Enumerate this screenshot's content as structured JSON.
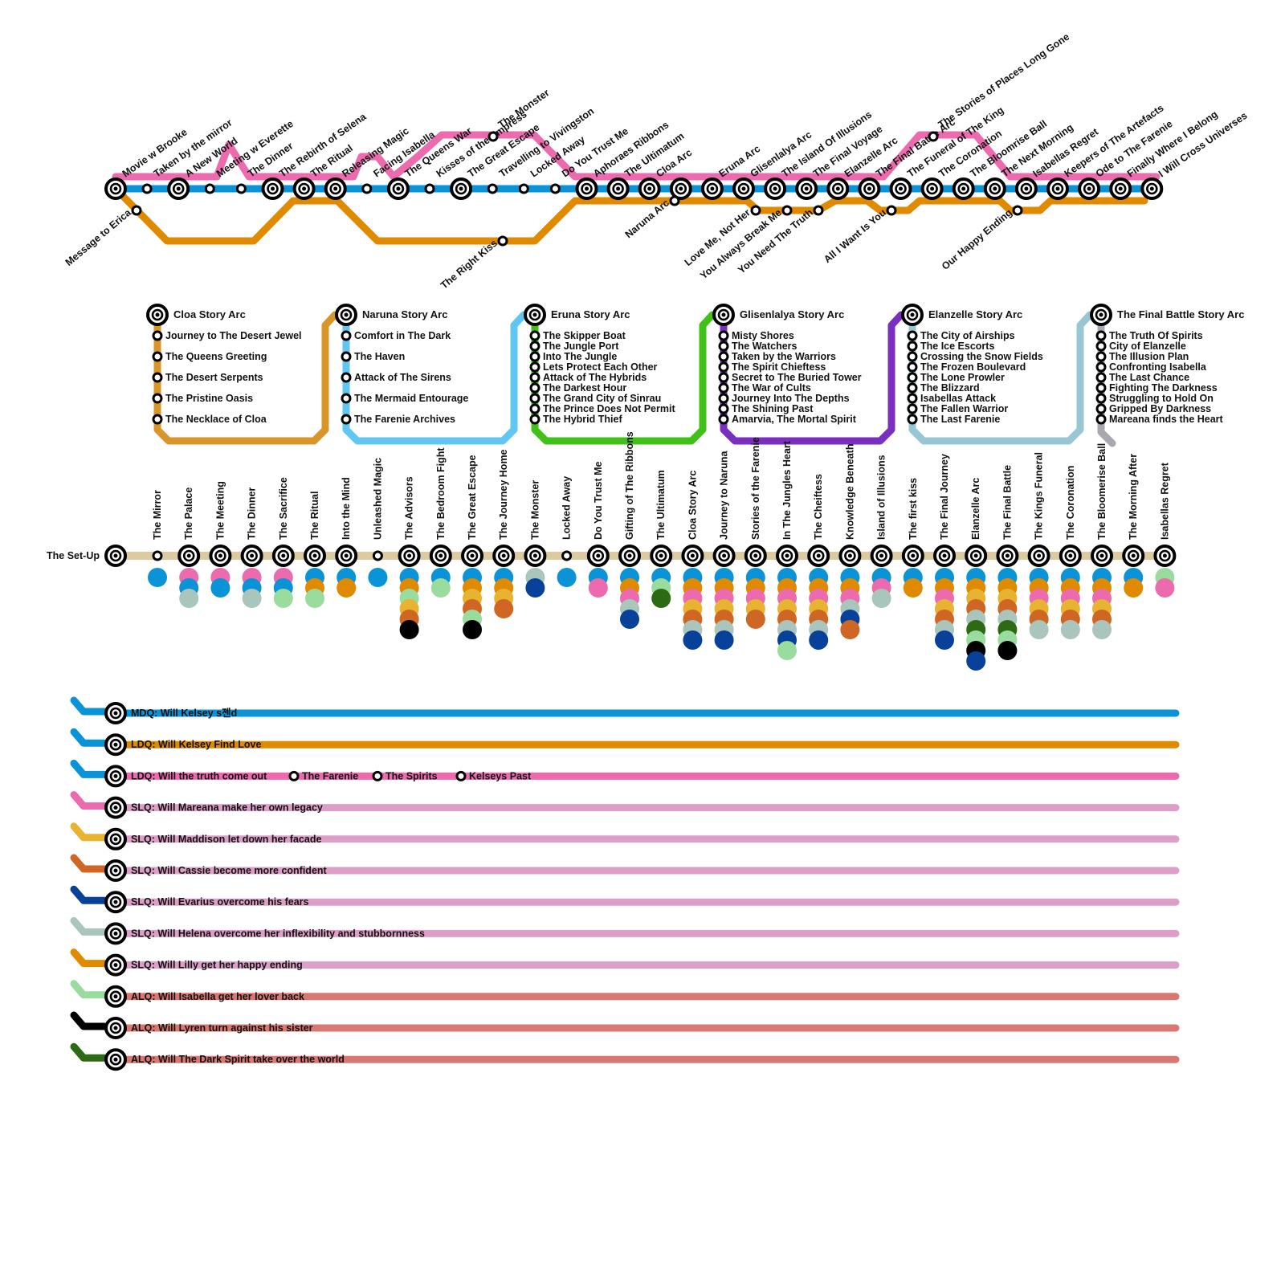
{
  "colors": {
    "blue": "#0B93D8",
    "orange": "#E08A00",
    "pink": "#EC6AAE",
    "tan": "#DCCBA1",
    "cloa": "#D8962A",
    "naruna": "#62C6F2",
    "eruna": "#42C01A",
    "glisen": "#7B2FBE",
    "elanzelle": "#98C7D3",
    "finalbattle": "#A8A8B0",
    "lightpink": "#DD9FC8",
    "salmon": "#D97873",
    "yellow": "#E7B330",
    "rust": "#CF6624",
    "navy": "#08419A",
    "sage": "#A9C5BC",
    "mint": "#9ADB9E",
    "black": "#000000",
    "darkgreen": "#2D6A14",
    "lightblue": "#0B93D8"
  },
  "main_line": {
    "stations": [
      {
        "label": "Movie w Brooke",
        "type": "major"
      },
      {
        "label": "Taken by the mirror",
        "type": "minor"
      },
      {
        "label": "A New World",
        "type": "major"
      },
      {
        "label": "Meeting w Everette",
        "type": "minor"
      },
      {
        "label": "The Dinner",
        "type": "minor"
      },
      {
        "label": "The Rebirth of Selena",
        "type": "major"
      },
      {
        "label": "The Ritual",
        "type": "major"
      },
      {
        "label": "Releasing Magic",
        "type": "major"
      },
      {
        "label": "Facing Isabella",
        "type": "minor"
      },
      {
        "label": "The Queens War",
        "type": "major"
      },
      {
        "label": "Kisses of the Empress",
        "type": "minor"
      },
      {
        "label": "The Great Escape",
        "type": "major"
      },
      {
        "label": "Travelling to Vivingston",
        "type": "minor"
      },
      {
        "label": "Locked Away",
        "type": "minor"
      },
      {
        "label": "Do You Trust Me",
        "type": "minor"
      },
      {
        "label": "Aphoraes Ribbons",
        "type": "major"
      },
      {
        "label": "The Ultimatum",
        "type": "major"
      },
      {
        "label": "Cloa Arc",
        "type": "major"
      },
      {
        "label": "",
        "type": "major"
      },
      {
        "label": "Eruna Arc",
        "type": "major"
      },
      {
        "label": "Glisenlalya Arc",
        "type": "major"
      },
      {
        "label": "The Island Of Illusions",
        "type": "major"
      },
      {
        "label": "The Final Voyage",
        "type": "major"
      },
      {
        "label": "Elanzelle Arc",
        "type": "major"
      },
      {
        "label": "The Final Battle Arc",
        "type": "major"
      },
      {
        "label": "The Funeral of The King",
        "type": "major"
      },
      {
        "label": "The Coronation",
        "type": "major"
      },
      {
        "label": "The Bloomrise Ball",
        "type": "major"
      },
      {
        "label": "The Next Morning",
        "type": "major"
      },
      {
        "label": "Isabellas Regret",
        "type": "major"
      },
      {
        "label": "Keepers of The Artefacts",
        "type": "major"
      },
      {
        "label": "Ode to The Farenie",
        "type": "major"
      },
      {
        "label": "Finally Where I Belong",
        "type": "major"
      },
      {
        "label": "I Will Cross Universes",
        "type": "major"
      }
    ],
    "branch_labels": [
      "Message to Erica",
      "The Right Kiss",
      "Naruna Arc",
      "Love Me, Not Her",
      "You Always Break Me",
      "You Need The Truth",
      "All I Want Is You",
      "Our Happy Ending",
      "The Monster",
      "The Stories of Places Long Gone"
    ]
  },
  "arcs": [
    {
      "name": "Cloa Story Arc",
      "color_key": "cloa",
      "stations": [
        "Journey to The Desert Jewel",
        "The Queens Greeting",
        "The Desert Serpents",
        "The Pristine Oasis",
        "The Necklace of Cloa"
      ]
    },
    {
      "name": "Naruna Story Arc",
      "color_key": "naruna",
      "stations": [
        "Comfort in The Dark",
        "The Haven",
        "Attack of The Sirens",
        "The Mermaid Entourage",
        "The Farenie Archives"
      ]
    },
    {
      "name": "Eruna Story Arc",
      "color_key": "eruna",
      "stations": [
        "The Skipper Boat",
        "The Jungle Port",
        "Into The Jungle",
        "Lets Protect Each Other",
        "Attack of The Hybrids",
        "The Darkest Hour",
        "The Grand City of Sinrau",
        "The Prince Does Not Permit",
        "The Hybrid Thief"
      ]
    },
    {
      "name": "Glisenlalya Story Arc",
      "color_key": "glisen",
      "stations": [
        "Misty Shores",
        "The Watchers",
        "Taken by the Warriors",
        "The Spirit Chieftess",
        "Secret to The Buried Tower",
        "The War of Cults",
        "Journey Into The Depths",
        "The Shining Past",
        "Amarvia, The Mortal Spirit"
      ]
    },
    {
      "name": "Elanzelle Story Arc",
      "color_key": "elanzelle",
      "stations": [
        "The City of Airships",
        "The Ice Escorts",
        "Crossing the Snow Fields",
        "The Frozen Boulevard",
        "The Lone Prowler",
        "The Blizzard",
        "Isabellas Attack",
        "The Fallen Warrior",
        "The Last Farenie"
      ]
    },
    {
      "name": "The Final Battle Story Arc",
      "color_key": "elanzelle",
      "stations": [
        "The Truth Of Spirits",
        "City of Elanzelle",
        "The Illusion Plan",
        "Confronting Isabella",
        "The Last Chance",
        "Fighting The Darkness",
        "Struggling to Hold On",
        "Gripped By Darkness",
        "Mareana finds the Heart"
      ]
    }
  ],
  "chapters": {
    "start_label": "The Set-Up",
    "items": [
      {
        "label": "The Mirror",
        "minor": true,
        "dots": [
          "blue"
        ]
      },
      {
        "label": "The Palace",
        "dots": [
          "pink",
          "blue",
          "sage"
        ]
      },
      {
        "label": "The Meeting",
        "dots": [
          "pink",
          "blue"
        ]
      },
      {
        "label": "The Dinner",
        "dots": [
          "pink",
          "blue",
          "sage"
        ]
      },
      {
        "label": "The Sacrifice",
        "dots": [
          "pink",
          "blue",
          "mint"
        ]
      },
      {
        "label": "The Ritual",
        "dots": [
          "blue",
          "orange",
          "mint"
        ]
      },
      {
        "label": "Into the Mind",
        "dots": [
          "blue",
          "orange"
        ]
      },
      {
        "label": "Unleashed Magic",
        "minor": true,
        "dots": [
          "blue"
        ]
      },
      {
        "label": "The Advisors",
        "dots": [
          "blue",
          "orange",
          "mint",
          "yellow",
          "rust",
          "black"
        ]
      },
      {
        "label": "The Bedroom Fight",
        "dots": [
          "blue",
          "mint"
        ]
      },
      {
        "label": "The Great Escape",
        "dots": [
          "blue",
          "orange",
          "yellow",
          "rust",
          "mint",
          "black"
        ]
      },
      {
        "label": "The Journey Home",
        "dots": [
          "blue",
          "orange",
          "yellow",
          "rust"
        ]
      },
      {
        "label": "The Monster",
        "dots": [
          "sage",
          "navy"
        ]
      },
      {
        "label": "Locked Away",
        "minor": true,
        "dots": [
          "blue"
        ]
      },
      {
        "label": "Do You Trust Me",
        "dots": [
          "blue",
          "pink"
        ]
      },
      {
        "label": "Gifting of The Ribbons",
        "dots": [
          "blue",
          "orange",
          "pink",
          "sage",
          "navy"
        ]
      },
      {
        "label": "The Ultimatum",
        "dots": [
          "blue",
          "mint",
          "darkgreen"
        ]
      },
      {
        "label": "Cloa Story Arc",
        "dots": [
          "blue",
          "orange",
          "pink",
          "yellow",
          "rust",
          "sage",
          "navy"
        ]
      },
      {
        "label": "Journey to Naruna",
        "dots": [
          "blue",
          "orange",
          "pink",
          "yellow",
          "rust",
          "sage",
          "navy"
        ]
      },
      {
        "label": "Stories of the Farenie",
        "dots": [
          "blue",
          "orange",
          "pink",
          "yellow",
          "rust"
        ]
      },
      {
        "label": "In The Jungles Heart",
        "dots": [
          "blue",
          "orange",
          "pink",
          "yellow",
          "rust",
          "sage",
          "navy",
          "mint"
        ]
      },
      {
        "label": "The Cheiftess",
        "dots": [
          "blue",
          "orange",
          "pink",
          "yellow",
          "rust",
          "sage",
          "navy"
        ]
      },
      {
        "label": "Knowledge Beneath",
        "dots": [
          "blue",
          "orange",
          "pink",
          "sage",
          "navy",
          "rust"
        ]
      },
      {
        "label": "Island of Illusions",
        "dots": [
          "blue",
          "pink",
          "sage"
        ]
      },
      {
        "label": "The first kiss",
        "dots": [
          "blue",
          "orange"
        ]
      },
      {
        "label": "The Final Journey",
        "dots": [
          "blue",
          "orange",
          "pink",
          "yellow",
          "rust",
          "sage",
          "navy"
        ]
      },
      {
        "label": "Elanzelle Arc",
        "dots": [
          "blue",
          "orange",
          "yellow",
          "rust",
          "sage",
          "darkgreen",
          "mint",
          "black",
          "navy"
        ]
      },
      {
        "label": "The Final Battle",
        "dots": [
          "blue",
          "orange",
          "yellow",
          "rust",
          "sage",
          "darkgreen",
          "mint",
          "black"
        ]
      },
      {
        "label": "The Kings Funeral",
        "dots": [
          "blue",
          "orange",
          "pink",
          "yellow",
          "rust",
          "sage"
        ]
      },
      {
        "label": "The Coronation",
        "dots": [
          "blue",
          "orange",
          "pink",
          "yellow",
          "rust",
          "sage"
        ]
      },
      {
        "label": "The Bloomerise Ball",
        "dots": [
          "blue",
          "orange",
          "pink",
          "yellow",
          "rust",
          "sage"
        ]
      },
      {
        "label": "The Morning After",
        "dots": [
          "blue",
          "orange"
        ]
      },
      {
        "label": "Isabellas Regret",
        "dots": [
          "mint",
          "pink"
        ]
      }
    ]
  },
  "questions": [
    {
      "label": "MDQ: Will Kelsey s젠d",
      "color_key": "blue",
      "hook_key": "blue"
    },
    {
      "label": "LDQ: Will Kelsey Find Love",
      "color_key": "orange",
      "hook_key": "blue"
    },
    {
      "label": "LDQ: Will the truth come out",
      "color_key": "pink",
      "hook_key": "blue",
      "stops": [
        "The Farenie",
        "The Spirits",
        "Kelseys Past"
      ]
    },
    {
      "label": "SLQ: Will Mareana make her own legacy",
      "color_key": "lightpink",
      "hook_key": "pink"
    },
    {
      "label": "SLQ: Will Maddison let down her facade",
      "color_key": "lightpink",
      "hook_key": "yellow"
    },
    {
      "label": "SLQ: Will Cassie become more confident",
      "color_key": "lightpink",
      "hook_key": "rust"
    },
    {
      "label": "SLQ: Will Evarius overcome his fears",
      "color_key": "lightpink",
      "hook_key": "navy"
    },
    {
      "label": "SLQ: Will Helena overcome her inflexibility and stubbornness",
      "color_key": "lightpink",
      "hook_key": "sage"
    },
    {
      "label": "SLQ: Will Lilly get her happy ending",
      "color_key": "lightpink",
      "hook_key": "orange"
    },
    {
      "label": "ALQ: Will Isabella get her lover back",
      "color_key": "salmon",
      "hook_key": "mint"
    },
    {
      "label": "ALQ: Will Lyren turn against his sister",
      "color_key": "salmon",
      "hook_key": "black"
    },
    {
      "label": "ALQ: Will The Dark Spirit take over the world",
      "color_key": "salmon",
      "hook_key": "darkgreen"
    }
  ]
}
